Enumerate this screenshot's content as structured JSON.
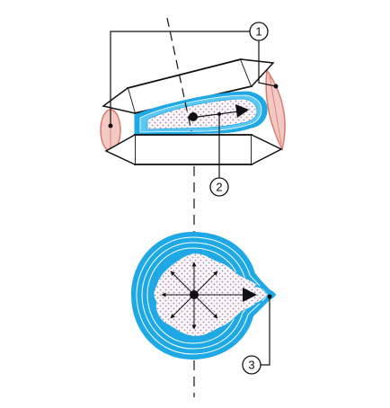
{
  "callouts": [
    {
      "label": "1"
    },
    {
      "label": "2"
    },
    {
      "label": "3"
    }
  ],
  "colors": {
    "line": "#111111",
    "blue": "#1ea9e6",
    "blue_light": "#5cc8f2",
    "pink": "#f4c9c3",
    "pink_dark": "#d97a6e",
    "dots": "#9b8fb2",
    "fill": "#ffffff"
  }
}
